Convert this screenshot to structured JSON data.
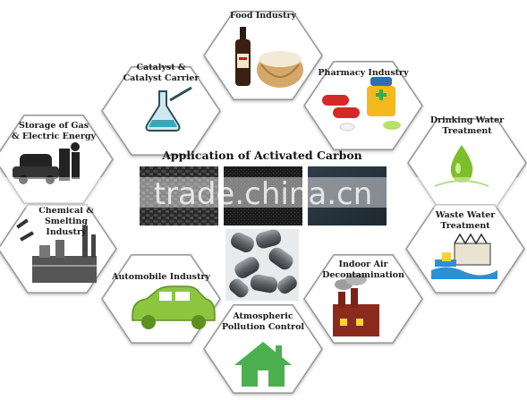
{
  "title": "Application of Activated Carbon",
  "watermark": "trade.china.cn",
  "applications": [
    {
      "id": "food",
      "lines": [
        "Food Industry"
      ]
    },
    {
      "id": "catalyst",
      "lines": [
        "Catalyst &",
        "Catalyst Carrier"
      ]
    },
    {
      "id": "pharmacy",
      "lines": [
        "Pharmacy Industry"
      ]
    },
    {
      "id": "storage",
      "lines": [
        "Storage of Gas",
        "& Electric Energy"
      ]
    },
    {
      "id": "drinking",
      "lines": [
        "Drinking Water",
        "Treatment"
      ]
    },
    {
      "id": "chemical",
      "lines": [
        "Chemical &",
        "Smelting",
        "Industry"
      ]
    },
    {
      "id": "waste",
      "lines": [
        "Waste Water",
        "Treatment"
      ]
    },
    {
      "id": "automobile",
      "lines": [
        "Automobile Industry"
      ]
    },
    {
      "id": "indoor",
      "lines": [
        "Indoor Air",
        "Decontamination"
      ]
    },
    {
      "id": "atmospheric",
      "lines": [
        "Atmospheric",
        "Pollution  Control"
      ]
    }
  ],
  "colors": {
    "hex_stroke": "#9a9a9a",
    "car": "#8cc63f",
    "house": "#4caf50",
    "drop": "#7cbf2a",
    "water": "#2f8fd1"
  }
}
